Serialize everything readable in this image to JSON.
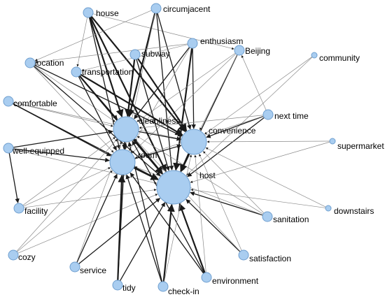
{
  "colors": {
    "node_fill": "#a9cdf0",
    "node_stroke": "#6f9fcf",
    "edge_dark": "#1a1a1a",
    "edge_light": "#8a8a8a",
    "text": "#000000"
  },
  "nodes": [
    {
      "id": "house",
      "label": "house",
      "size": "small"
    },
    {
      "id": "circumjacent",
      "label": "circumjacent",
      "size": "small"
    },
    {
      "id": "enthusiasm",
      "label": "enthusiasm",
      "size": "small"
    },
    {
      "id": "beijing",
      "label": "Beijing",
      "size": "small"
    },
    {
      "id": "community",
      "label": "community",
      "size": "tiny"
    },
    {
      "id": "subway",
      "label": "subway",
      "size": "small"
    },
    {
      "id": "location",
      "label": "location",
      "size": "small"
    },
    {
      "id": "transportation",
      "label": "transportation",
      "size": "small"
    },
    {
      "id": "comfortable",
      "label": "comfortable",
      "size": "small"
    },
    {
      "id": "cleanliness",
      "label": "cleanliness",
      "size": "large"
    },
    {
      "id": "next_time",
      "label": "next time",
      "size": "small"
    },
    {
      "id": "convenience",
      "label": "convenience",
      "size": "large"
    },
    {
      "id": "supermarket",
      "label": "supermarket",
      "size": "tiny"
    },
    {
      "id": "well_equipped",
      "label": "well-equipped",
      "size": "small"
    },
    {
      "id": "room",
      "label": "room",
      "size": "large"
    },
    {
      "id": "host",
      "label": "host",
      "size": "largest"
    },
    {
      "id": "facility",
      "label": "facility",
      "size": "small"
    },
    {
      "id": "downstairs",
      "label": "downstairs",
      "size": "tiny"
    },
    {
      "id": "sanitation",
      "label": "sanitation",
      "size": "small"
    },
    {
      "id": "cozy",
      "label": "cozy",
      "size": "small"
    },
    {
      "id": "satisfaction",
      "label": "satisfaction",
      "size": "small"
    },
    {
      "id": "service",
      "label": "service",
      "size": "small"
    },
    {
      "id": "environment",
      "label": "environment",
      "size": "small"
    },
    {
      "id": "tidy",
      "label": "tidy",
      "size": "small"
    },
    {
      "id": "check_in",
      "label": "check-in",
      "size": "small"
    }
  ],
  "edges": [
    {
      "from": "house",
      "to": "cleanliness",
      "weight": "heavy"
    },
    {
      "from": "house",
      "to": "convenience",
      "weight": "heavy"
    },
    {
      "from": "house",
      "to": "host",
      "weight": "heavy"
    },
    {
      "from": "house",
      "to": "room",
      "weight": "medium"
    },
    {
      "from": "house",
      "to": "beijing",
      "weight": "light"
    },
    {
      "from": "house",
      "to": "transportation",
      "weight": "light"
    },
    {
      "from": "circumjacent",
      "to": "cleanliness",
      "weight": "heavy"
    },
    {
      "from": "circumjacent",
      "to": "convenience",
      "weight": "medium"
    },
    {
      "from": "circumjacent",
      "to": "host",
      "weight": "medium"
    },
    {
      "from": "circumjacent",
      "to": "location",
      "weight": "light"
    },
    {
      "from": "circumjacent",
      "to": "room",
      "weight": "light"
    },
    {
      "from": "enthusiasm",
      "to": "host",
      "weight": "heavy"
    },
    {
      "from": "enthusiasm",
      "to": "cleanliness",
      "weight": "medium"
    },
    {
      "from": "enthusiasm",
      "to": "convenience",
      "weight": "medium"
    },
    {
      "from": "enthusiasm",
      "to": "room",
      "weight": "light"
    },
    {
      "from": "enthusiasm",
      "to": "transportation",
      "weight": "light"
    },
    {
      "from": "enthusiasm",
      "to": "location",
      "weight": "light"
    },
    {
      "from": "beijing",
      "to": "host",
      "weight": "medium"
    },
    {
      "from": "beijing",
      "to": "cleanliness",
      "weight": "light"
    },
    {
      "from": "beijing",
      "to": "room",
      "weight": "light"
    },
    {
      "from": "beijing",
      "to": "convenience",
      "weight": "light"
    },
    {
      "from": "community",
      "to": "convenience",
      "weight": "light"
    },
    {
      "from": "community",
      "to": "host",
      "weight": "light"
    },
    {
      "from": "subway",
      "to": "convenience",
      "weight": "heavy"
    },
    {
      "from": "subway",
      "to": "cleanliness",
      "weight": "heavy"
    },
    {
      "from": "subway",
      "to": "host",
      "weight": "medium"
    },
    {
      "from": "subway",
      "to": "room",
      "weight": "medium"
    },
    {
      "from": "location",
      "to": "convenience",
      "weight": "medium"
    },
    {
      "from": "location",
      "to": "host",
      "weight": "medium"
    },
    {
      "from": "location",
      "to": "room",
      "weight": "light"
    },
    {
      "from": "location",
      "to": "cleanliness",
      "weight": "light"
    },
    {
      "from": "transportation",
      "to": "convenience",
      "weight": "heavy"
    },
    {
      "from": "transportation",
      "to": "host",
      "weight": "heavy"
    },
    {
      "from": "transportation",
      "to": "cleanliness",
      "weight": "medium"
    },
    {
      "from": "transportation",
      "to": "room",
      "weight": "medium"
    },
    {
      "from": "comfortable",
      "to": "room",
      "weight": "medium"
    },
    {
      "from": "comfortable",
      "to": "host",
      "weight": "medium"
    },
    {
      "from": "comfortable",
      "to": "cleanliness",
      "weight": "light"
    },
    {
      "from": "comfortable",
      "to": "convenience",
      "weight": "light"
    },
    {
      "from": "next_time",
      "to": "host",
      "weight": "medium"
    },
    {
      "from": "next_time",
      "to": "convenience",
      "weight": "medium"
    },
    {
      "from": "next_time",
      "to": "cleanliness",
      "weight": "light"
    },
    {
      "from": "next_time",
      "to": "room",
      "weight": "light"
    },
    {
      "from": "next_time",
      "to": "beijing",
      "weight": "light"
    },
    {
      "from": "supermarket",
      "to": "convenience",
      "weight": "light"
    },
    {
      "from": "supermarket",
      "to": "host",
      "weight": "light"
    },
    {
      "from": "well_equipped",
      "to": "room",
      "weight": "medium"
    },
    {
      "from": "well_equipped",
      "to": "cleanliness",
      "weight": "medium"
    },
    {
      "from": "well_equipped",
      "to": "host",
      "weight": "light"
    },
    {
      "from": "well_equipped",
      "to": "facility",
      "weight": "medium"
    },
    {
      "from": "facility",
      "to": "room",
      "weight": "light"
    },
    {
      "from": "facility",
      "to": "host",
      "weight": "light"
    },
    {
      "from": "facility",
      "to": "cleanliness",
      "weight": "light"
    },
    {
      "from": "downstairs",
      "to": "host",
      "weight": "light"
    },
    {
      "from": "downstairs",
      "to": "convenience",
      "weight": "light"
    },
    {
      "from": "sanitation",
      "to": "host",
      "weight": "medium"
    },
    {
      "from": "sanitation",
      "to": "cleanliness",
      "weight": "light"
    },
    {
      "from": "sanitation",
      "to": "room",
      "weight": "light"
    },
    {
      "from": "sanitation",
      "to": "convenience",
      "weight": "light"
    },
    {
      "from": "cozy",
      "to": "room",
      "weight": "light"
    },
    {
      "from": "cozy",
      "to": "host",
      "weight": "light"
    },
    {
      "from": "cozy",
      "to": "cleanliness",
      "weight": "light"
    },
    {
      "from": "satisfaction",
      "to": "host",
      "weight": "medium"
    },
    {
      "from": "satisfaction",
      "to": "cleanliness",
      "weight": "light"
    },
    {
      "from": "satisfaction",
      "to": "convenience",
      "weight": "light"
    },
    {
      "from": "service",
      "to": "room",
      "weight": "medium"
    },
    {
      "from": "service",
      "to": "host",
      "weight": "medium"
    },
    {
      "from": "service",
      "to": "cleanliness",
      "weight": "light"
    },
    {
      "from": "environment",
      "to": "host",
      "weight": "heavy"
    },
    {
      "from": "environment",
      "to": "cleanliness",
      "weight": "medium"
    },
    {
      "from": "environment",
      "to": "room",
      "weight": "medium"
    },
    {
      "from": "environment",
      "to": "convenience",
      "weight": "light"
    },
    {
      "from": "tidy",
      "to": "room",
      "weight": "heavy"
    },
    {
      "from": "tidy",
      "to": "host",
      "weight": "medium"
    },
    {
      "from": "tidy",
      "to": "cleanliness",
      "weight": "medium"
    },
    {
      "from": "check_in",
      "to": "host",
      "weight": "heavy"
    },
    {
      "from": "check_in",
      "to": "room",
      "weight": "medium"
    },
    {
      "from": "check_in",
      "to": "cleanliness",
      "weight": "medium"
    },
    {
      "from": "check_in",
      "to": "convenience",
      "weight": "light"
    },
    {
      "from": "cleanliness",
      "to": "host",
      "weight": "heavy"
    },
    {
      "from": "room",
      "to": "host",
      "weight": "heavy"
    },
    {
      "from": "cleanliness",
      "to": "room",
      "weight": "medium"
    },
    {
      "from": "convenience",
      "to": "host",
      "weight": "heavy"
    },
    {
      "from": "cleanliness",
      "to": "convenience",
      "weight": "medium"
    },
    {
      "from": "room",
      "to": "convenience",
      "weight": "medium"
    }
  ]
}
